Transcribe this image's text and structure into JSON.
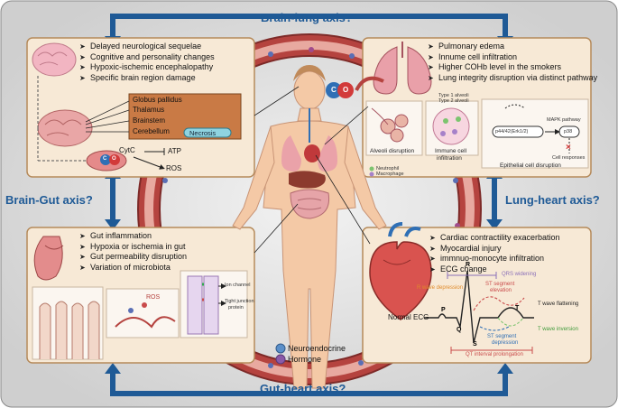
{
  "axes": {
    "top": "Brain-lung axis?",
    "left": "Brain-Gut axis?",
    "right": "Lung-heart axis?",
    "bottom": "Gut-heart axis?"
  },
  "brain": {
    "points": [
      "Delayed neurological sequelae",
      "Cognitive and personality changes",
      "Hypoxic-ischemic encephalopathy",
      "Specific brain region damage"
    ],
    "regions": [
      "Globus pallidus",
      "Thalamus",
      "Brainstem",
      "Cerebellum"
    ],
    "necrosis": "Necrosis",
    "cytc": "CytC",
    "atp": "ATP",
    "ros": "ROS",
    "co": "C",
    "o": "O"
  },
  "lung": {
    "points": [
      "Pulmonary edema",
      "Innume cell infiltration",
      "Higher COHb level in the smokers",
      "Lung integrity disruption via distinct pathway"
    ],
    "type1": "Type 1 alveoli",
    "type2": "Type 2 alveoli",
    "alveoli_disruption": "Alveoli disruption",
    "immune_infiltration_1": "Immune cell",
    "immune_infiltration_2": "infiltration",
    "neutrophil": "Neutrophil",
    "macrophage": "Macrophage",
    "mapk": "MAPK pathway",
    "p44": "p44/42(Erk1/2)",
    "p38": "p38",
    "cell_responses": "Cell responses",
    "epithelial": "Epithelial cell disruption"
  },
  "gut": {
    "points": [
      "Gut inflammation",
      "Hypoxia or ischemia in gut",
      "Gut permeability disruption",
      "Variation of microbiota"
    ],
    "ros": "ROS",
    "ion_channel": "Ion channel",
    "tight_junction_1": "Tight junction",
    "tight_junction_2": "protein"
  },
  "heart": {
    "points": [
      "Cardiac contractility exacerbation",
      "Myocardial injury",
      "immnuo-monocyte infiltration",
      "ECG change"
    ],
    "qrs": "QRS widening",
    "r_dep": "R wave depression",
    "st_elev_1": "ST segment",
    "st_elev_2": "elevation",
    "t_flat": "T wave flattening",
    "t_inv": "T wave inversion",
    "normal_ecg": "Normal ECG",
    "st_dep_1": "ST segment",
    "st_dep_2": "depression",
    "qt": "QT interval prolongation",
    "P": "P",
    "Q": "Q",
    "R": "R",
    "S": "S",
    "T": "T"
  },
  "legend": {
    "neuro": "Neuroendocrine",
    "hormone": "Hormone"
  },
  "colors": {
    "axis_blue": "#1f5a96",
    "panel_bg": "#f7e9d6",
    "panel_border": "#b58a5a",
    "vessel": "#b5433f",
    "region_box": "#c97a45",
    "necrosis": "#8fd3e0"
  }
}
